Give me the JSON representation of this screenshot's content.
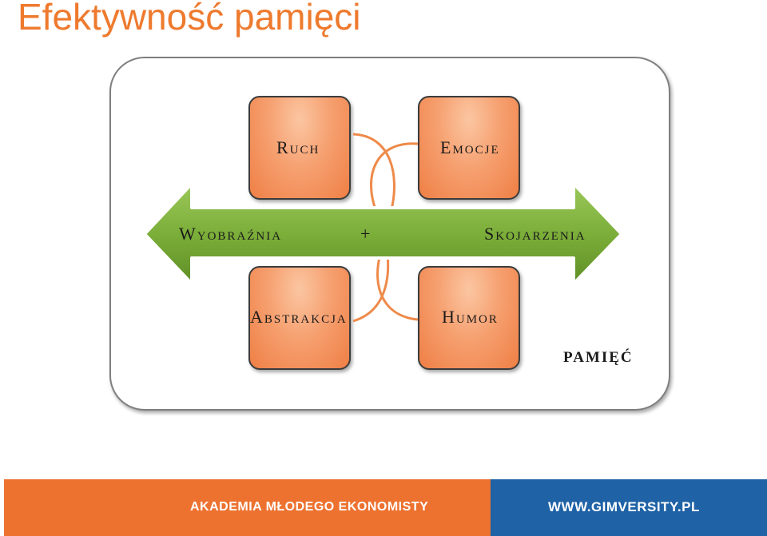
{
  "title": "Efektywność pamięci",
  "diagram": {
    "boxes": {
      "ruch": "Ruch",
      "emocje": "Emocje",
      "abstrakcja": "Abstrakcja",
      "humor": "Humor"
    },
    "arrow": {
      "left": "Wyobraźnia",
      "plus": "+",
      "right": "Skojarzenia"
    },
    "corner_label": "pamięć"
  },
  "footer": {
    "left": "AKADEMIA MŁODEGO EKONOMISTY",
    "right": "WWW.GIMVERSITY.PL"
  },
  "colors": {
    "title": "#ee7a2e",
    "box_fill": "#f08a50",
    "arrow_fill": "#7cae3a",
    "connector": "#ee8a4a",
    "footer_left": "#ed7230",
    "footer_right": "#1f62a6"
  }
}
